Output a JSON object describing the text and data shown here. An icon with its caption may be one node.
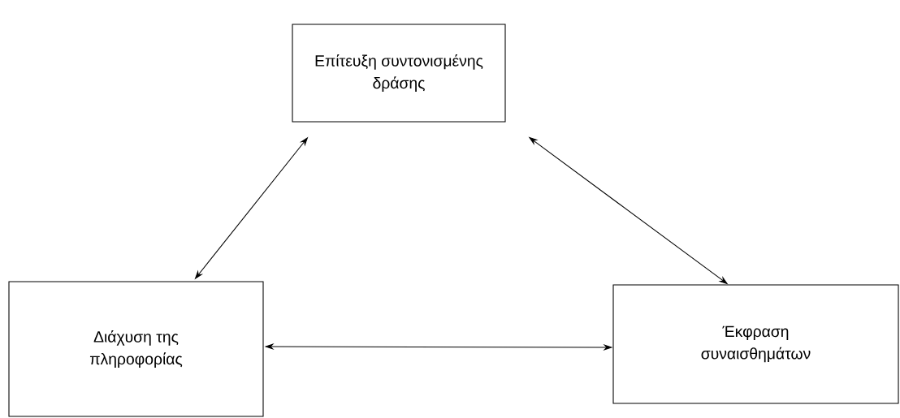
{
  "diagram": {
    "nodes": [
      {
        "text": [
          "Επίτευξη συντονισμένης δράσης"
        ]
      },
      {
        "text": [
          "Διάχυση της πληροφορίας"
        ]
      },
      {
        "text": [
          "Έκφραση συναισθημάτων"
        ]
      }
    ],
    "edges": [
      {
        "from": 0,
        "to": 1,
        "arrow": "both"
      },
      {
        "from": 0,
        "to": 2,
        "arrow": "both"
      },
      {
        "from": 1,
        "to": 2,
        "arrow": "both"
      }
    ]
  }
}
